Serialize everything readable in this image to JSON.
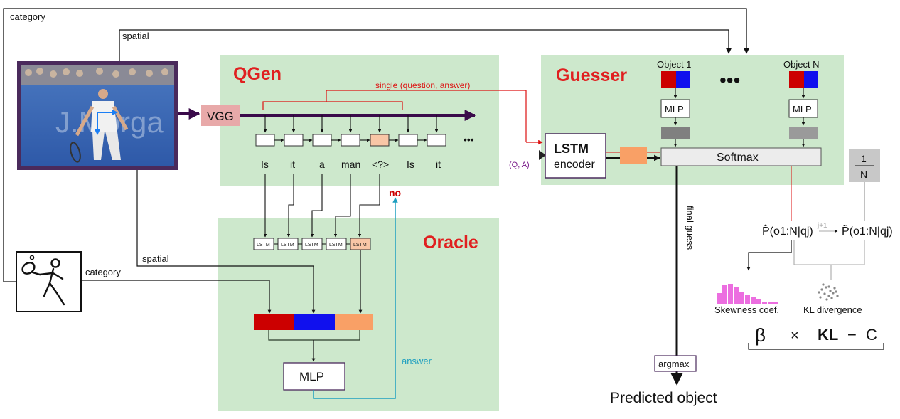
{
  "modules": {
    "qgen": "QGen",
    "guesser": "Guesser",
    "oracle": "Oracle"
  },
  "top_labels": {
    "category": "category",
    "spatial": "spatial",
    "single_qa": "single (question, answer)",
    "qa": "(Q, A)"
  },
  "image_panel": {
    "watermark": "J.Morga"
  },
  "vgg": "VGG",
  "qgen_words": [
    "Is",
    "it",
    "a",
    "man",
    "<?>",
    "Is",
    "it"
  ],
  "ellipsis": "•••",
  "no_label": "no",
  "oracle_labels": {
    "spatial": "spatial",
    "category": "category",
    "lstm": "LSTM",
    "mlp": "MLP",
    "answer": "answer"
  },
  "guesser_labels": {
    "object1": "Object 1",
    "objectN": "Object N",
    "mlp": "MLP",
    "softmax": "Softmax",
    "lstm_title": "LSTM",
    "lstm_sub": "encoder",
    "final_guess": "final guess",
    "argmax": "argmax",
    "predicted": "Predicted object"
  },
  "regularizer": {
    "fraction_num": "1",
    "fraction_den": "N",
    "p_hat": "P̂(o1:N|qj)",
    "j_plus": "j+1",
    "p_tilde": "P̃(o1:N|qj)",
    "skewness": "Skewness coef.",
    "kl_div": "KL divergence",
    "beta": "β",
    "times": "×",
    "kl": "KL",
    "minus": "−",
    "c": "C"
  },
  "colors": {
    "panel_green": "#cde8cc",
    "red": "#cc0000",
    "blue": "#1010ee",
    "orange": "#f9a066",
    "vgg": "#e8a9a9",
    "arrow_purple": "#3a0a4a",
    "answer_cyan": "#1e9fc0",
    "pink": "#ec6ee0"
  }
}
